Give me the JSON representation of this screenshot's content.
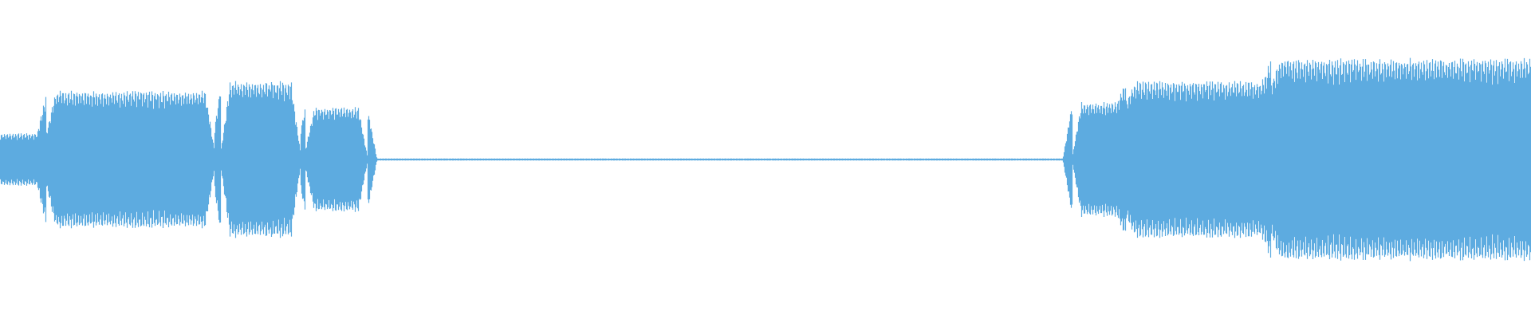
{
  "waveform": {
    "color": "#5dabe0",
    "segments": [
      {
        "start": 0.0,
        "end": 0.03,
        "amp": 0.16
      },
      {
        "start": 0.03,
        "end": 0.14,
        "amp": 0.42
      },
      {
        "start": 0.14,
        "end": 0.144,
        "amp": 0.05
      },
      {
        "start": 0.144,
        "end": 0.196,
        "amp": 0.48
      },
      {
        "start": 0.196,
        "end": 0.199,
        "amp": 0.05
      },
      {
        "start": 0.199,
        "end": 0.24,
        "amp": 0.32
      },
      {
        "start": 0.24,
        "end": 0.7,
        "amp": 0.006
      },
      {
        "start": 0.7,
        "end": 0.735,
        "amp": 0.35
      },
      {
        "start": 0.735,
        "end": 0.83,
        "amp": 0.48
      },
      {
        "start": 0.83,
        "end": 1.0,
        "amp": 0.62
      }
    ]
  }
}
